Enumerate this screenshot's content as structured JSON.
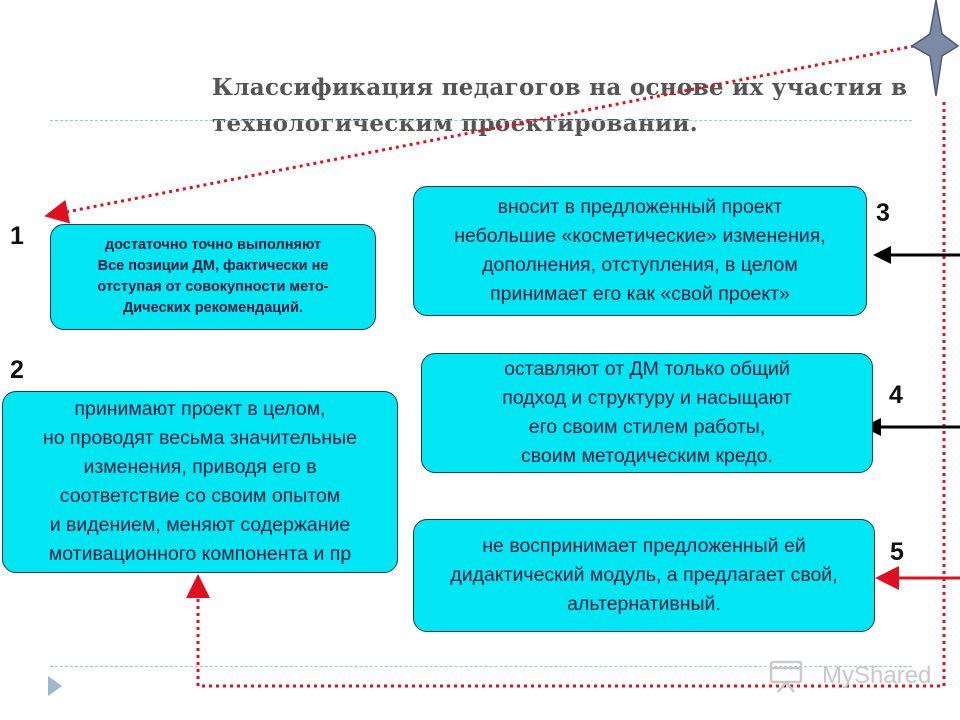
{
  "title": {
    "line1": "Классификация педагогов на основе их участия в",
    "line2": "технологическим  проектировании."
  },
  "items": [
    {
      "number": "1",
      "lines": [
        "достаточно точно выполняют",
        "Все позиции ДМ, фактически не",
        "отступая от совокупности мето-",
        "Дических рекомендаций."
      ]
    },
    {
      "number": "2",
      "lines": [
        "принимают проект в целом,",
        "но проводят весьма значительные",
        "изменения, приводя его в",
        "соответствие со своим опытом",
        "и видением, меняют содержание",
        "мотивационного компонента и пр"
      ]
    },
    {
      "number": "3",
      "lines": [
        "вносит в предложенный проект",
        "небольшие «косметические» изменения,",
        "дополнения, отступления, в целом",
        "принимает его как «свой проект»"
      ]
    },
    {
      "number": "4",
      "lines": [
        "оставляют от ДМ только общий",
        "подход и  структуру и насыщают",
        "его своим стилем работы,",
        "своим методическим кредо."
      ]
    },
    {
      "number": "5",
      "lines": [
        "не воспринимает предложенный ей",
        "дидактический модуль, а предлагает свой,",
        "альтернативный."
      ]
    }
  ],
  "watermark": "MyShared",
  "colors": {
    "box_fill": "#00e6f2",
    "box_border": "#1f3b55",
    "dotted_arrow": "#e01020",
    "black_arrow": "#000000",
    "star": "#7d8aa6"
  },
  "icons": [
    "four-point-star-icon",
    "play-triangle-icon",
    "presentation-board-icon"
  ]
}
